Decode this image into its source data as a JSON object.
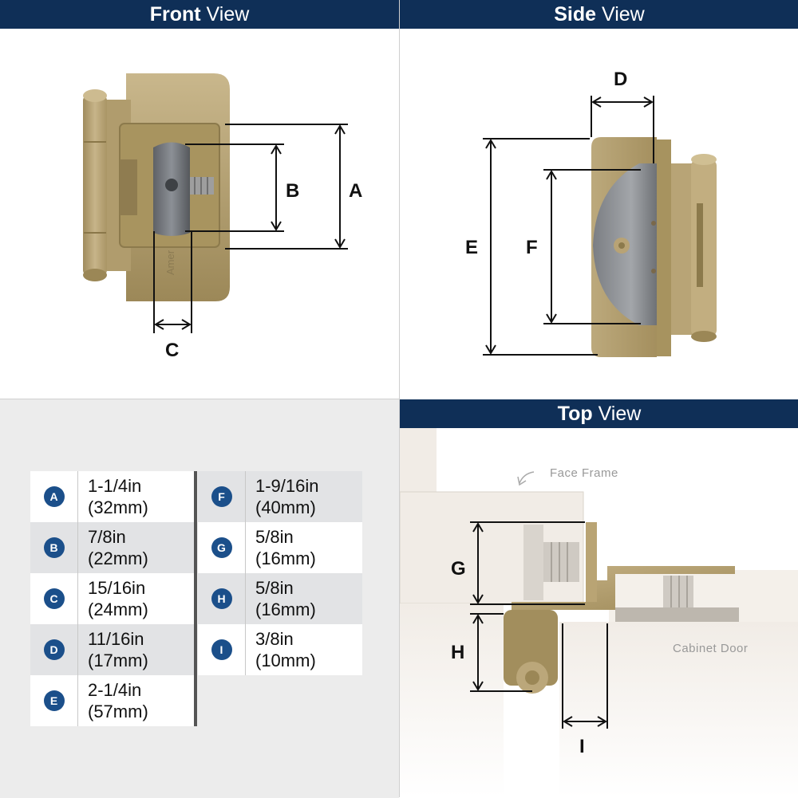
{
  "panels": {
    "front": {
      "title_bold": "Front",
      "title_rest": " View"
    },
    "side": {
      "title_bold": "Side",
      "title_rest": " View"
    },
    "top": {
      "title_bold": "Top",
      "title_rest": " View"
    }
  },
  "front_dims": {
    "a": "A",
    "b": "B",
    "c": "C"
  },
  "side_dims": {
    "d": "D",
    "e": "E",
    "f": "F"
  },
  "top_dims": {
    "g": "G",
    "h": "H",
    "i": "I"
  },
  "top_callouts": {
    "face_frame": "Face Frame",
    "cabinet_door": "Cabinet Door"
  },
  "hinge_stamp": "Amer",
  "colors": {
    "banner": "#0f2f57",
    "badge": "#1b4f8a",
    "hinge": "#bba67a",
    "hinge_dark": "#8f7c53",
    "screw": "#9a9a9a"
  },
  "dimensions_left": [
    {
      "key": "A",
      "inch": "1-1/4in",
      "mm": "(32mm)"
    },
    {
      "key": "B",
      "inch": "7/8in",
      "mm": "(22mm)"
    },
    {
      "key": "C",
      "inch": "15/16in",
      "mm": "(24mm)"
    },
    {
      "key": "D",
      "inch": "11/16in",
      "mm": "(17mm)"
    },
    {
      "key": "E",
      "inch": "2-1/4in",
      "mm": "(57mm)"
    }
  ],
  "dimensions_right": [
    {
      "key": "F",
      "inch": "1-9/16in",
      "mm": "(40mm)"
    },
    {
      "key": "G",
      "inch": "5/8in",
      "mm": "(16mm)"
    },
    {
      "key": "H",
      "inch": "5/8in",
      "mm": "(16mm)"
    },
    {
      "key": "I",
      "inch": "3/8in",
      "mm": "(10mm)"
    }
  ]
}
